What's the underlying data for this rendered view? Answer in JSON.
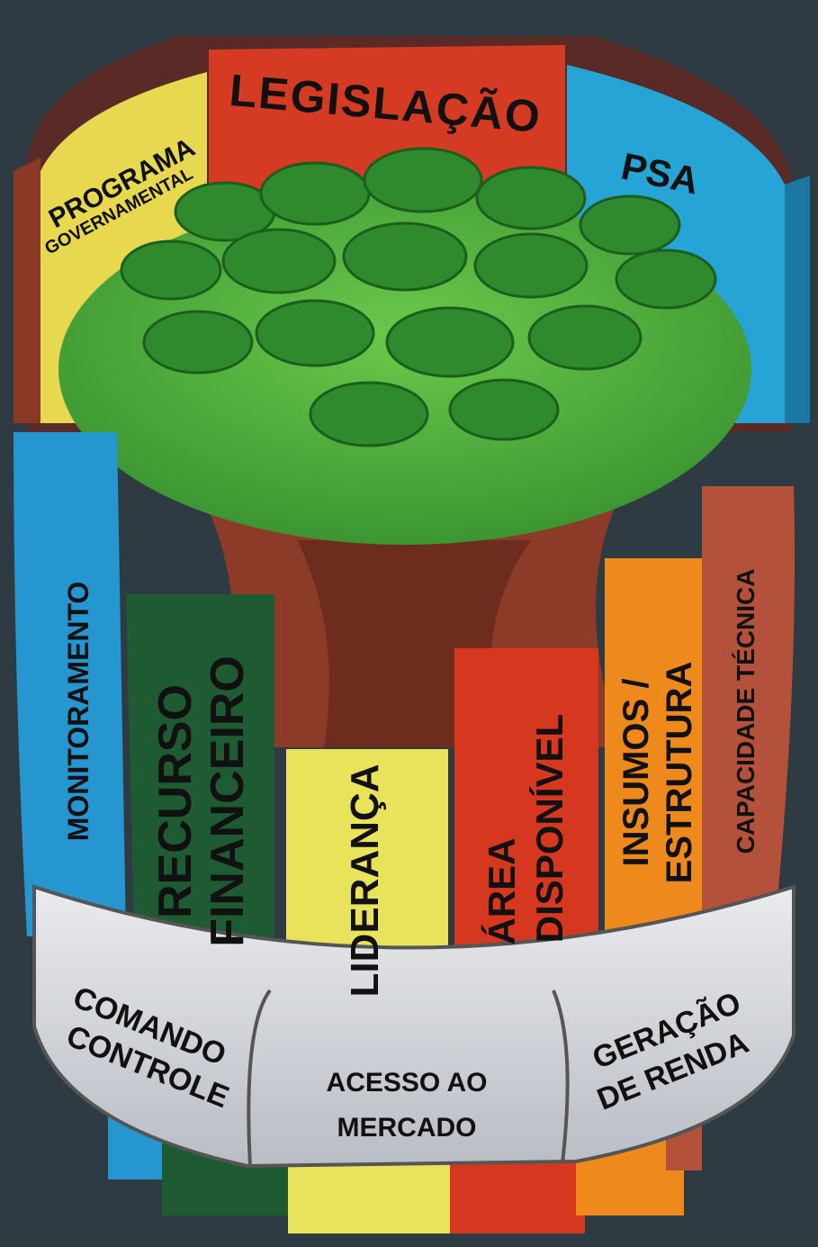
{
  "back_staves": {
    "programa_line1": "PROGRAMA",
    "programa_line2": "GOVERNAMENTAL",
    "legislacao": "LEGISLAÇÃO",
    "psa": "PSA"
  },
  "front_staves": {
    "monitoramento": "MONITORAMENTO",
    "recurso_line1": "RECURSO",
    "recurso_line2": "FINANCEIRO",
    "lideranca": "LIDERANÇA",
    "area_line1": "ÁREA",
    "area_line2": "DISPONÍVEL",
    "insumos_line1": "INSUMOS /",
    "insumos_line2": "ESTRUTURA",
    "capacidade": "CAPACIDADE TÉCNICA"
  },
  "band": {
    "left_line1": "COMANDO",
    "left_line2": "CONTROLE",
    "center_line1": "ACESSO AO",
    "center_line2": "MERCADO",
    "right_line1": "GERAÇÃO",
    "right_line2": "DE RENDA"
  },
  "colors": {
    "background": "#2f3b43",
    "programa": "#e7d84f",
    "legislacao": "#d43b22",
    "psa": "#26a4d6",
    "monitoramento": "#2596cf",
    "recurso": "#1e5a32",
    "lideranca": "#e8e35a",
    "area": "#d6371f",
    "insumos": "#ee8a1c",
    "capacidade": "#b4513b",
    "band": "#d6d9de",
    "canopy": "#4fae3a"
  }
}
